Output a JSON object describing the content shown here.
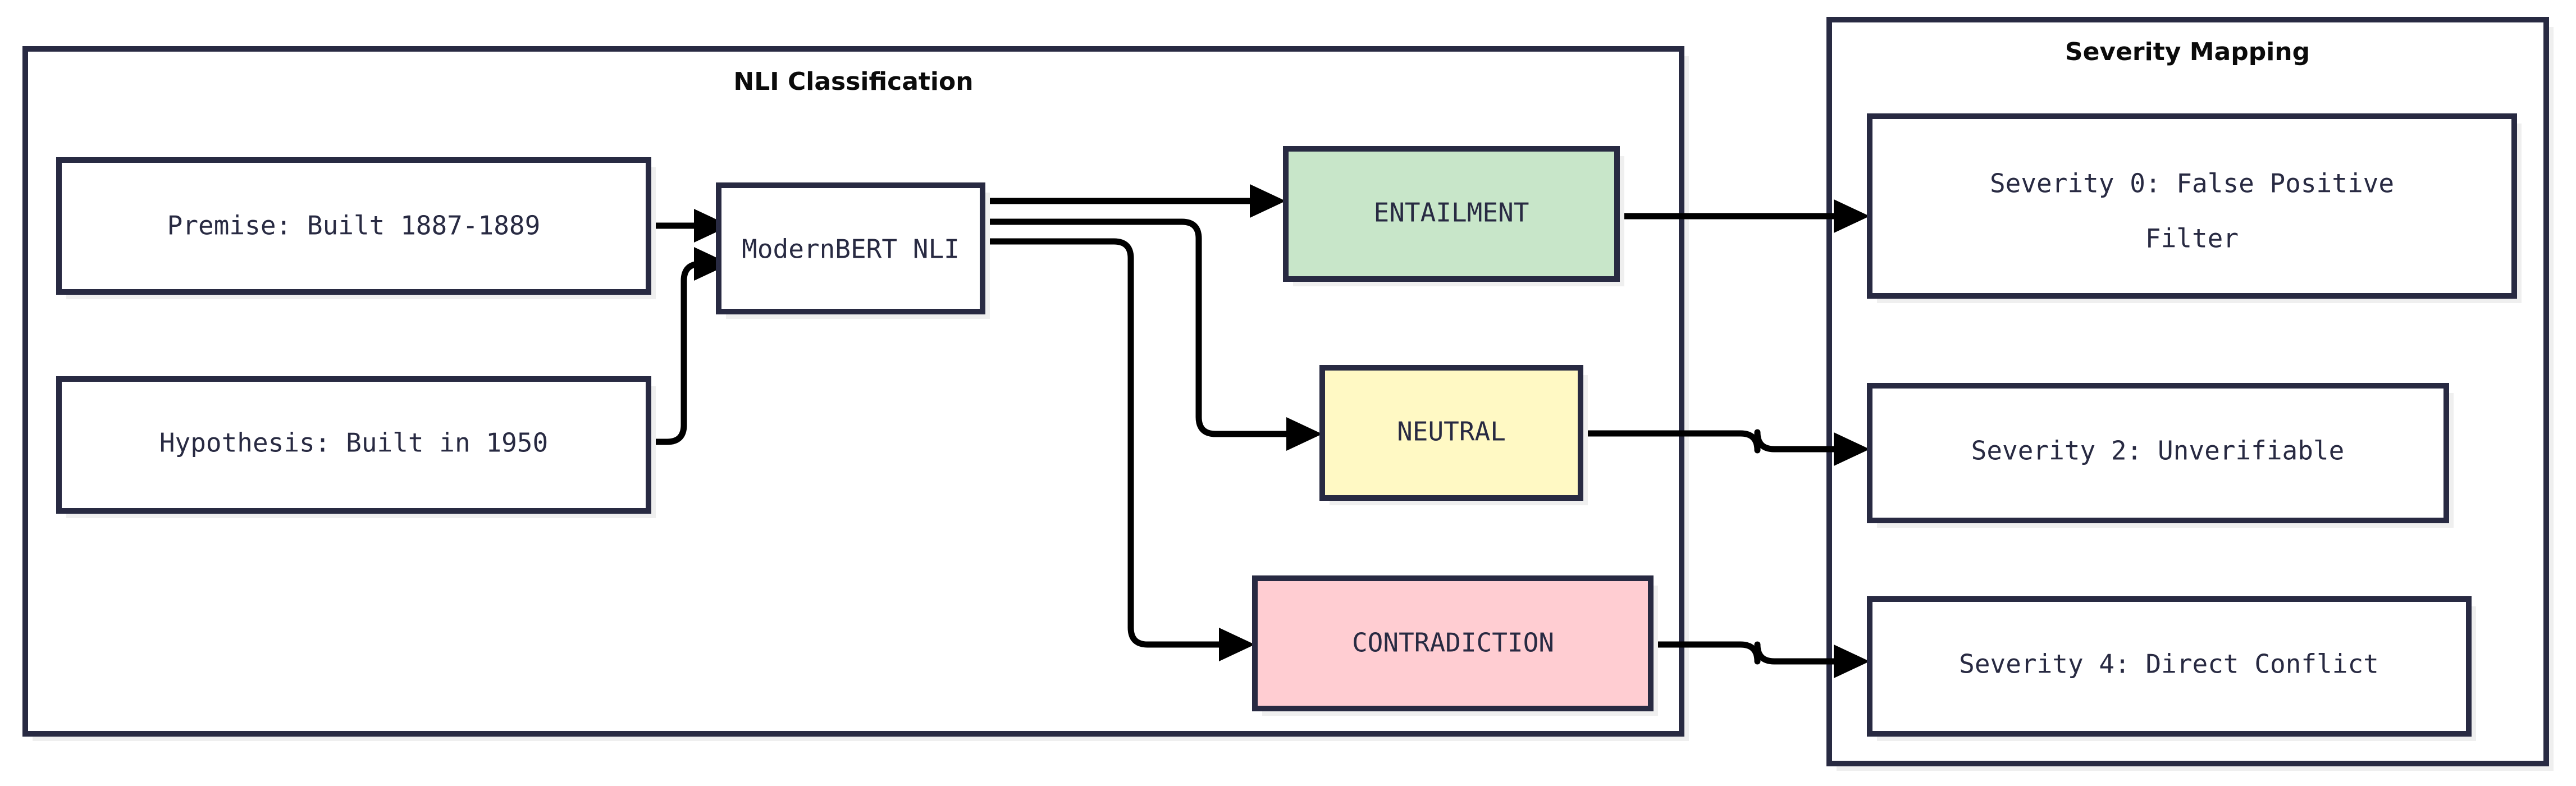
{
  "diagram": {
    "type": "flowchart",
    "direction": "left-to-right",
    "background_color": "#ffffff",
    "border_color": "#282a42",
    "edge_color": "#000000",
    "shadow_color": "#efefef"
  },
  "clusters": [
    {
      "id": "nli-classification",
      "title": "NLI Classification",
      "title_color": "#0b0b0b"
    },
    {
      "id": "severity-mapping",
      "title": "Severity Mapping",
      "title_color": "#0b0b0b"
    }
  ],
  "nodes": {
    "premise": {
      "label": "Premise: Built 1887-1889",
      "fill": "#ffffff",
      "text_color": "#282a42"
    },
    "hypothesis": {
      "label": "Hypothesis: Built in 1950",
      "fill": "#ffffff",
      "text_color": "#282a42"
    },
    "model": {
      "label": "ModernBERT NLI",
      "fill": "#ffffff",
      "text_color": "#282a42"
    },
    "entailment": {
      "label": "ENTAILMENT",
      "fill": "#c8e6c9",
      "text_color": "#282a42"
    },
    "neutral": {
      "label": "NEUTRAL",
      "fill": "#fff9c4",
      "text_color": "#282a42"
    },
    "contradiction": {
      "label": "CONTRADICTION",
      "fill": "#ffcdd2",
      "text_color": "#282a42"
    },
    "severity0": {
      "label_line1": "Severity 0: False Positive",
      "label_line2": "Filter",
      "fill": "#ffffff",
      "text_color": "#282a42"
    },
    "severity2": {
      "label": "Severity 2: Unverifiable",
      "fill": "#ffffff",
      "text_color": "#282a42"
    },
    "severity4": {
      "label": "Severity 4: Direct Conflict",
      "fill": "#ffffff",
      "text_color": "#282a42"
    }
  },
  "edges": [
    {
      "id": "premise-to-model",
      "from": "premise",
      "to": "model",
      "label": ""
    },
    {
      "id": "hypothesis-to-model",
      "from": "hypothesis",
      "to": "model",
      "label": ""
    },
    {
      "id": "model-to-entailment",
      "from": "model",
      "to": "entailment",
      "label": ""
    },
    {
      "id": "model-to-neutral",
      "from": "model",
      "to": "neutral",
      "label": ""
    },
    {
      "id": "model-to-contradiction",
      "from": "model",
      "to": "contradiction",
      "label": ""
    },
    {
      "id": "entailment-to-severity0",
      "from": "entailment",
      "to": "severity0",
      "label": ""
    },
    {
      "id": "neutral-to-severity2",
      "from": "neutral",
      "to": "severity2",
      "label": ""
    },
    {
      "id": "contradiction-to-severity4",
      "from": "contradiction",
      "to": "severity4",
      "label": ""
    }
  ]
}
